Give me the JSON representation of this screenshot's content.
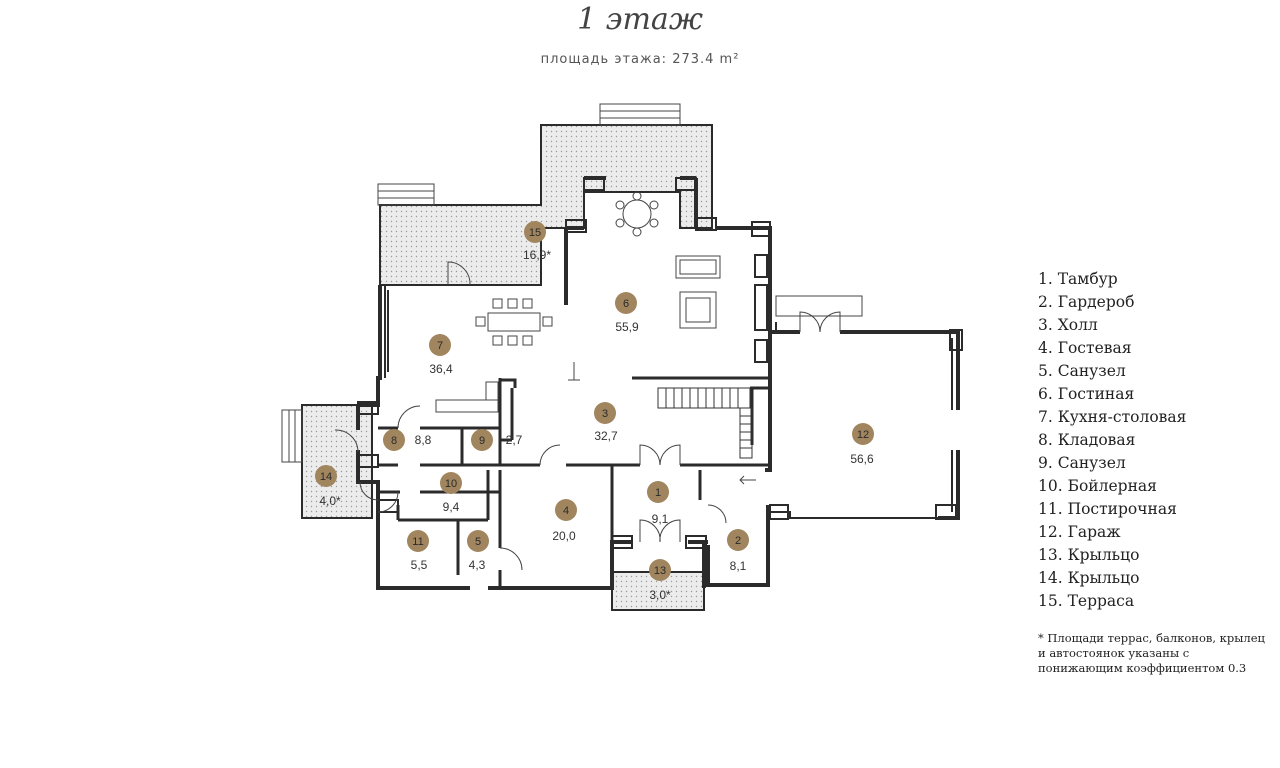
{
  "header": {
    "title": "1 этаж",
    "subtitle": "площадь этажа: 273.4 m²"
  },
  "rooms": [
    {
      "id": "1",
      "num": "1",
      "area": "9,1"
    },
    {
      "id": "2",
      "num": "2",
      "area": "8,1"
    },
    {
      "id": "3",
      "num": "3",
      "area": "32,7"
    },
    {
      "id": "4",
      "num": "4",
      "area": "20,0"
    },
    {
      "id": "5",
      "num": "5",
      "area": "4,3"
    },
    {
      "id": "6",
      "num": "6",
      "area": "55,9"
    },
    {
      "id": "7",
      "num": "7",
      "area": "36,4"
    },
    {
      "id": "8",
      "num": "8",
      "area": "8,8"
    },
    {
      "id": "9",
      "num": "9",
      "area": "2,7"
    },
    {
      "id": "10",
      "num": "10",
      "area": "9,4"
    },
    {
      "id": "11",
      "num": "11",
      "area": "5,5"
    },
    {
      "id": "12",
      "num": "12",
      "area": "56,6"
    },
    {
      "id": "13",
      "num": "13",
      "area": "3,0*"
    },
    {
      "id": "14",
      "num": "14",
      "area": "4,0*"
    },
    {
      "id": "15",
      "num": "15",
      "area": "16,9*"
    }
  ],
  "legend": [
    "1. Тамбур",
    "2. Гардероб",
    "3. Холл",
    "4. Гостевая",
    "5. Санузел",
    "6. Гостиная",
    "7. Кухня-столовая",
    "8. Кладовая",
    "9. Санузел",
    "10.  Бойлерная",
    "11.  Постирочная",
    "12.  Гараж",
    "13.  Крыльцо",
    "14.  Крыльцо",
    "15.  Терраса"
  ],
  "note": "* Площади террас, балконов, крылец и автостоянок указаны с понижающим коэффициентом 0.3",
  "colors": {
    "wall": "#2b2b2b",
    "marker": "#a0855e",
    "terrace": "#e6e6e6"
  }
}
